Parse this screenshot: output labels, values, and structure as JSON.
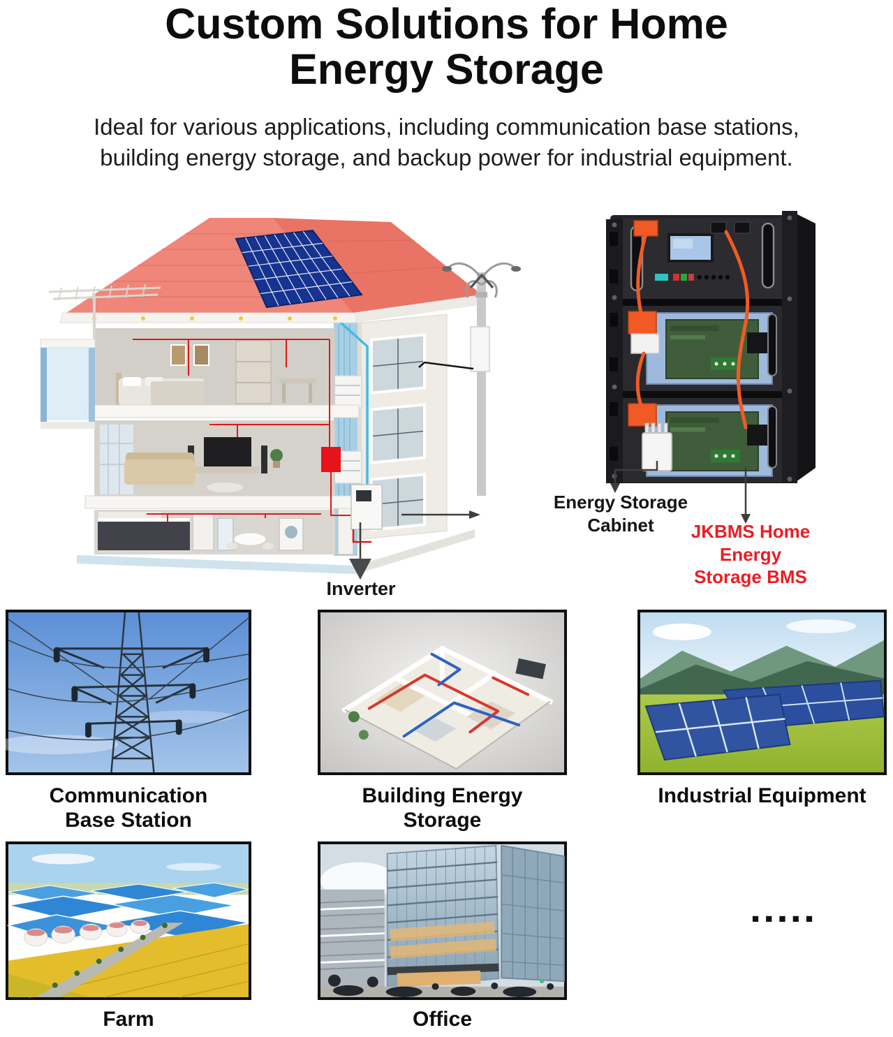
{
  "header": {
    "title": "Custom Solutions for Home\nEnergy Storage",
    "subtitle": "Ideal for various applications, including communication base stations,\nbuilding energy storage, and backup power for industrial equipment."
  },
  "diagram": {
    "inverter_label": "Inverter",
    "cabinet_label": "Energy Storage\nCabinet",
    "bms_label": "JKBMS Home Energy\nStorage BMS",
    "bms_label_color": "#ed1c24"
  },
  "applications": {
    "tiles": [
      {
        "caption": "Communication\nBase Station"
      },
      {
        "caption": "Building Energy\nStorage"
      },
      {
        "caption": "Industrial Equipment"
      },
      {
        "caption": "Farm"
      },
      {
        "caption": "Office"
      }
    ],
    "more_indicator": "■■■■■"
  },
  "colors": {
    "accent_red": "#ed1c24",
    "roof": "#ef8679",
    "solar_panel": "#16338f",
    "cabinet_orange": "#f15a24"
  }
}
